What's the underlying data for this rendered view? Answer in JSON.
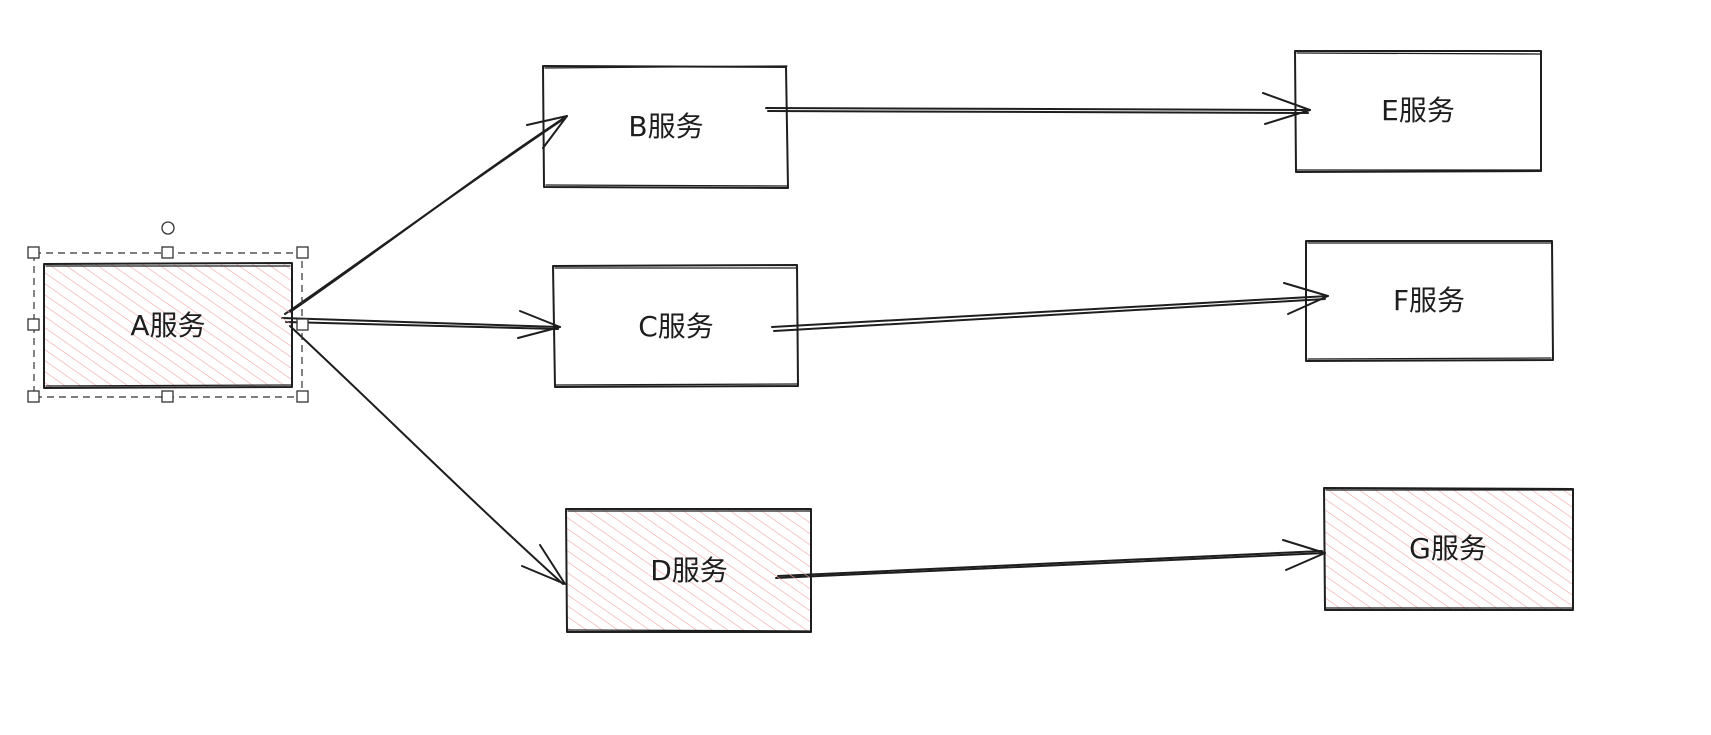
{
  "nodes": [
    {
      "id": "A",
      "label": "A服务",
      "highlighted": true,
      "selected": true
    },
    {
      "id": "B",
      "label": "B服务",
      "highlighted": false
    },
    {
      "id": "C",
      "label": "C服务",
      "highlighted": false
    },
    {
      "id": "D",
      "label": "D服务",
      "highlighted": true
    },
    {
      "id": "E",
      "label": "E服务",
      "highlighted": false
    },
    {
      "id": "F",
      "label": "F服务",
      "highlighted": false
    },
    {
      "id": "G",
      "label": "G服务",
      "highlighted": true
    }
  ],
  "edges": [
    {
      "from": "A",
      "to": "B"
    },
    {
      "from": "A",
      "to": "C"
    },
    {
      "from": "A",
      "to": "D"
    },
    {
      "from": "B",
      "to": "E"
    },
    {
      "from": "C",
      "to": "F"
    },
    {
      "from": "D",
      "to": "G"
    }
  ],
  "colors": {
    "stroke": "#1e1e1e",
    "highlight_hatch": "#f3a3a6",
    "background": "#ffffff"
  }
}
